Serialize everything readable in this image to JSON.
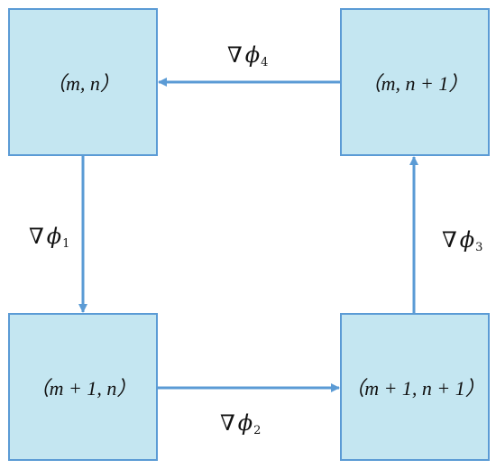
{
  "nodes": {
    "top_left": "（m, n）",
    "top_right": "（m, n + 1）",
    "bottom_left": "（m + 1, n）",
    "bottom_right": "（m + 1, n + 1）"
  },
  "edges": [
    {
      "from": "top_left",
      "to": "bottom_left",
      "symbol": "∇",
      "var": "ϕ",
      "index": "1"
    },
    {
      "from": "bottom_left",
      "to": "bottom_right",
      "symbol": "∇",
      "var": "ϕ",
      "index": "2"
    },
    {
      "from": "bottom_right",
      "to": "top_right",
      "symbol": "∇",
      "var": "ϕ",
      "index": "3"
    },
    {
      "from": "top_right",
      "to": "top_left",
      "symbol": "∇",
      "var": "ϕ",
      "index": "4"
    }
  ],
  "colors": {
    "node_fill": "#c4e6f1",
    "node_border": "#5b9bd5",
    "arrow": "#5b9bd5"
  }
}
